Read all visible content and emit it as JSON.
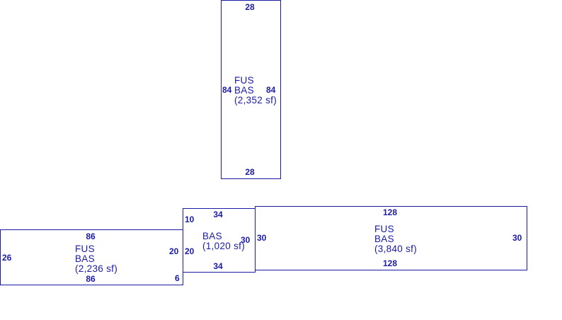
{
  "sections": {
    "top": {
      "labels": [
        "FUS",
        "BAS",
        "(2,352 sf)"
      ],
      "dims": {
        "top": "28",
        "bottom": "28",
        "left": "84",
        "right": "84"
      }
    },
    "left": {
      "labels": [
        "FUS",
        "BAS",
        "(2,236 sf)"
      ],
      "dims": {
        "top": "86",
        "bottom": "86",
        "left": "26",
        "right": "20",
        "notch": "6"
      }
    },
    "middle": {
      "labels": [
        "BAS",
        "(1,020 sf)"
      ],
      "dims": {
        "top": "34",
        "bottom": "34",
        "left": "20",
        "right": "30",
        "corner": "10"
      }
    },
    "right": {
      "labels": [
        "FUS",
        "BAS",
        "(3,840 sf)"
      ],
      "dims": {
        "top": "128",
        "bottom": "128",
        "left": "30",
        "right": "30"
      }
    }
  },
  "colors": {
    "line": "#1a1aa6",
    "text": "#1a1aa6",
    "background": "#ffffff"
  }
}
